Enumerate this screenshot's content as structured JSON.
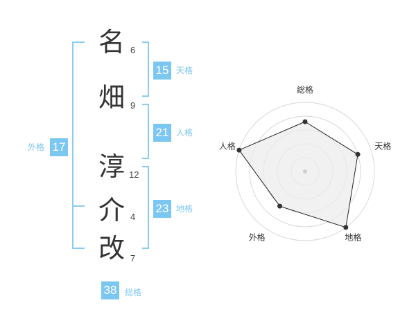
{
  "name": {
    "characters": [
      {
        "char": "名",
        "strokes": "6"
      },
      {
        "char": "畑",
        "strokes": "9"
      },
      {
        "char": "淳",
        "strokes": "12"
      },
      {
        "char": "介",
        "strokes": "4"
      },
      {
        "char": "改",
        "strokes": "7"
      }
    ]
  },
  "fortunes": {
    "tenkaku": {
      "value": "15",
      "label": "天格"
    },
    "jinkaku": {
      "value": "21",
      "label": "人格"
    },
    "chikaku": {
      "value": "23",
      "label": "地格"
    },
    "gaikaku": {
      "value": "17",
      "label": "外格"
    },
    "soukaku": {
      "value": "38",
      "label": "総格"
    }
  },
  "radar": {
    "axes": [
      "総格",
      "天格",
      "地格",
      "外格",
      "人格"
    ],
    "levels": [
      0.72,
      0.8,
      1.0,
      0.62,
      1.0
    ],
    "colors": {
      "fill": "#ececec",
      "stroke": "#222222",
      "point": "#333333",
      "ring": "#d8d8d8"
    }
  }
}
